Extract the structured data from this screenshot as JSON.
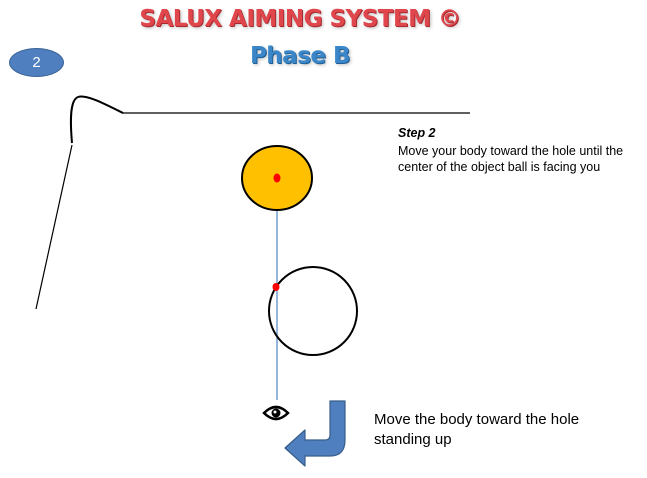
{
  "header": {
    "title": "SALUX AIMING SYSTEM ©",
    "subtitle": "Phase B"
  },
  "step_badge": {
    "number": "2",
    "color": "#4f7fbf"
  },
  "instruction": {
    "step_label": "Step 2",
    "text": "Move your body toward the hole until the center of the object ball is facing you"
  },
  "movement_note": {
    "text": "Move the body toward the hole standing up"
  },
  "diagram": {
    "object_ball_color": "#ffc000",
    "cue_ball_color": "#ffffff",
    "aim_dot_color": "#ff0000",
    "sight_line_color": "#5b8fc9",
    "arrow_color": "#4f7fbf",
    "icons": [
      "eye-icon",
      "curved-arrow-icon"
    ]
  }
}
